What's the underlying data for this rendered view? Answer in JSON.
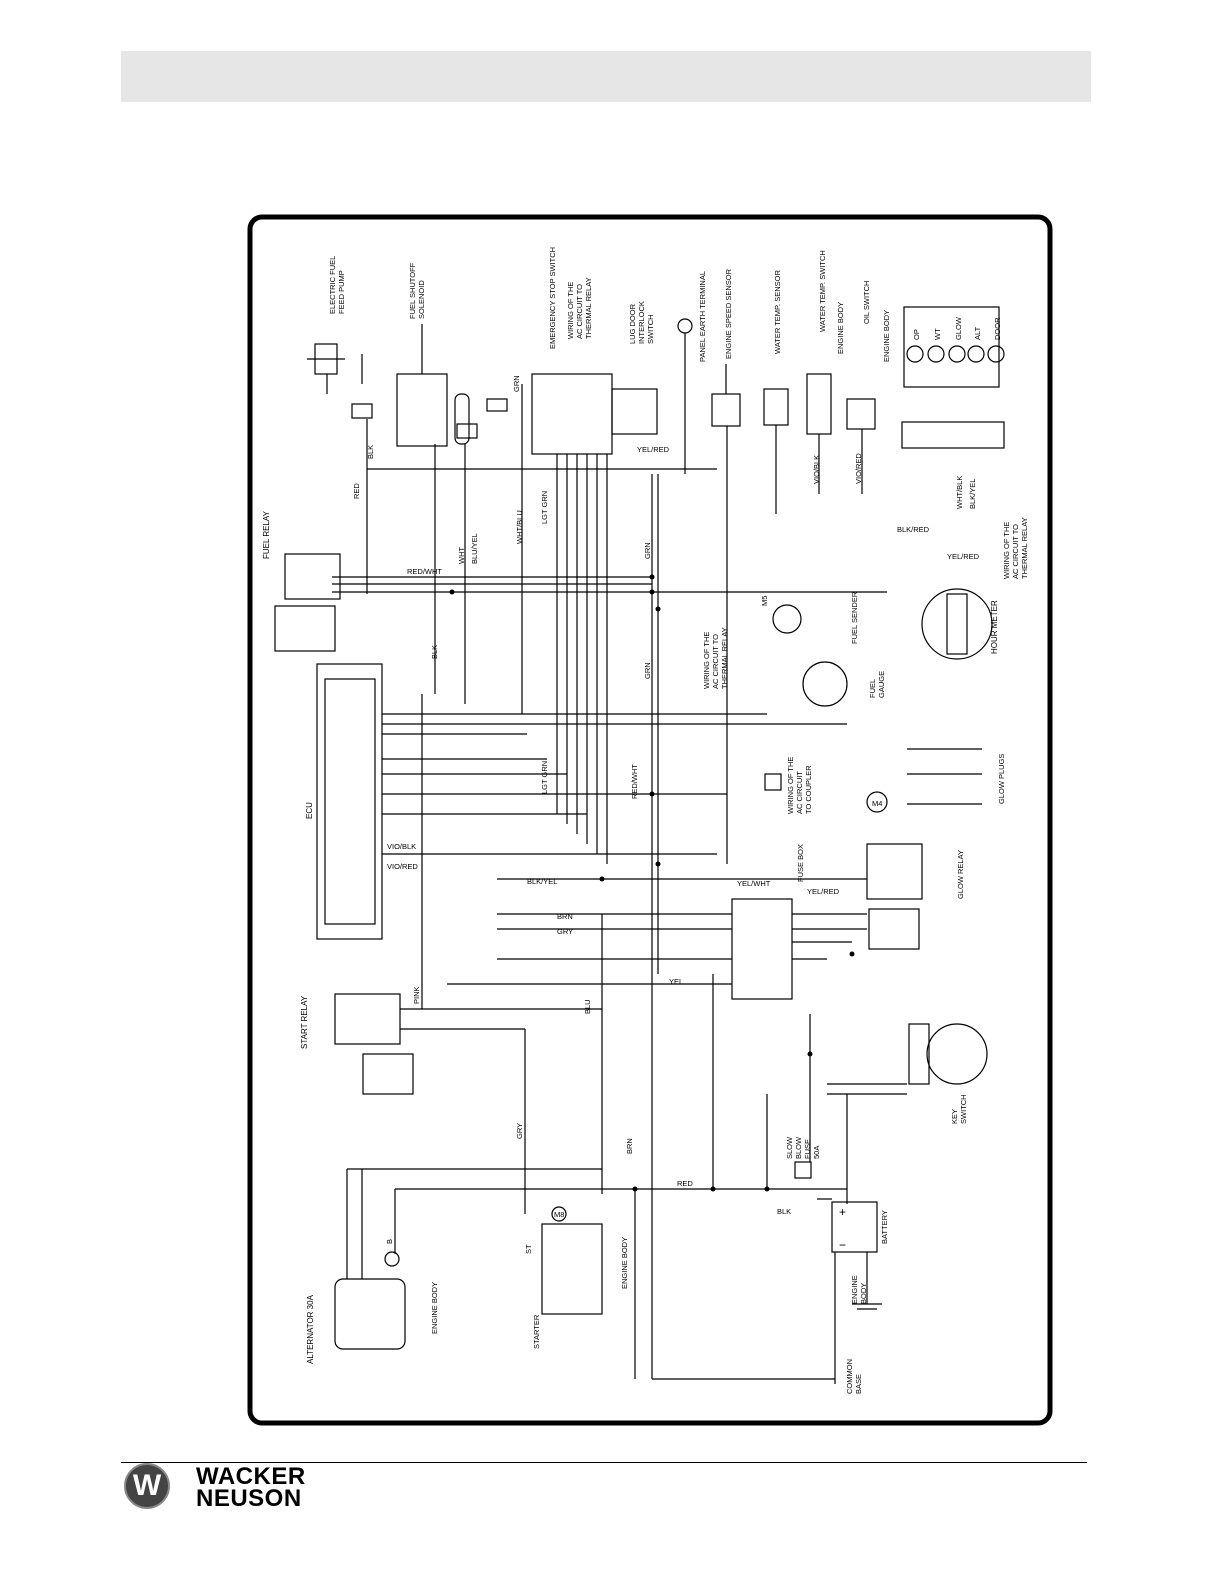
{
  "brand": {
    "line1": "WACKER",
    "line2": "NEUSON"
  },
  "components": {
    "fuel_pump": [
      "ELECTRIC FUEL",
      "FEED PUMP"
    ],
    "fuel_shutoff": [
      "FUEL SHUTOFF",
      "SOLENOID"
    ],
    "estop": [
      "EMERGENCY STOP SWITCH"
    ],
    "estop_thermal": [
      "WIRING OF THE",
      "AC CIRCUIT TO",
      "THERMAL RELAY"
    ],
    "lug_door": [
      "LUG DOOR",
      "INTERLOCK",
      "SWITCH"
    ],
    "panel_earth": [
      "PANEL EARTH TERMINAL"
    ],
    "engine_speed": [
      "ENGINE SPEED SENSOR"
    ],
    "water_temp_sensor": [
      "WATER TEMP. SENSOR"
    ],
    "water_temp_switch": [
      "WATER TEMP. SWITCH"
    ],
    "engine_body_1": [
      "ENGINE BODY"
    ],
    "oil_switch": [
      "OIL SWITCH"
    ],
    "engine_body_2": [
      "ENGINE BODY"
    ],
    "indicator_labels": [
      "OP",
      "WT",
      "GLOW",
      "ALT",
      "DOOR"
    ],
    "fuel_relay": [
      "FUEL RELAY"
    ],
    "ecu": [
      "ECU"
    ],
    "hour_meter": [
      "HOUR METER"
    ],
    "fuel_sender": [
      "FUEL SENDER"
    ],
    "fuel_gauge": [
      "FUEL",
      "GAUGE"
    ],
    "gauge_thermal": [
      "WIRING OF THE",
      "AC CIRCUIT TO",
      "THERMAL RELAY"
    ],
    "coupler": [
      "WIRING OF THE",
      "AC CIRCUIT",
      "TO COUPLER"
    ],
    "glow_plugs": [
      "GLOW PLUGS"
    ],
    "fuse_box": [
      "FUSE BOX"
    ],
    "glow_relay": [
      "GLOW RELAY"
    ],
    "start_relay": [
      "START RELAY"
    ],
    "key_switch": [
      "KEY",
      "SWITCH"
    ],
    "slow_blow": [
      "SLOW",
      "BLOW",
      "FUSE",
      "50A"
    ],
    "battery": [
      "BATTERY"
    ],
    "alternator": [
      "ALTERNATOR 30A"
    ],
    "engine_body_alt": [
      "ENGINE BODY"
    ],
    "starter": [
      "STARTER"
    ],
    "engine_body_starter": [
      "ENGINE BODY"
    ],
    "engine_body_batt": [
      "ENGINE",
      "BODY"
    ],
    "common_base": [
      "COMMON",
      "BASE"
    ],
    "right_thermal": [
      "WIRING OF THE",
      "AC CIRCUIT TO",
      "THERMAL RELAY"
    ]
  },
  "wires": {
    "grn": "GRN",
    "blk": "BLK",
    "red": "RED",
    "yel": "YEL",
    "blu": "BLU",
    "brn": "BRN",
    "gry": "GRY",
    "pink": "PINK",
    "wht": "WHT",
    "lgt_grn": "LGT GRN",
    "lgt_grn2": "LGT GRN",
    "wht_blu": "WHT/BLU",
    "blu_yel": "BLU/YEL",
    "blk_yel": "BLK/YEL",
    "blk_yel2": "BLK/YEL",
    "vio_blk": "VIO/BLK",
    "vio_red": "VIO/RED",
    "red_wht": "RED/WHT",
    "red_wht2": "RED/WHT",
    "yel_red": "YEL/RED",
    "yel_wht": "YEL/WHT",
    "blk_red": "BLK/RED",
    "wht_blk": "WHT/BLK",
    "vio_blk2": "VIO/BLK",
    "vio_red2": "VIO/RED",
    "yel_red2": "YEL/RED",
    "yel_red3": "YEL/RED"
  },
  "terminals": {
    "m4": "M4",
    "m5": "M5",
    "m8": "M8",
    "st": "ST",
    "b": "B",
    "plus": "+",
    "minus": "−"
  }
}
